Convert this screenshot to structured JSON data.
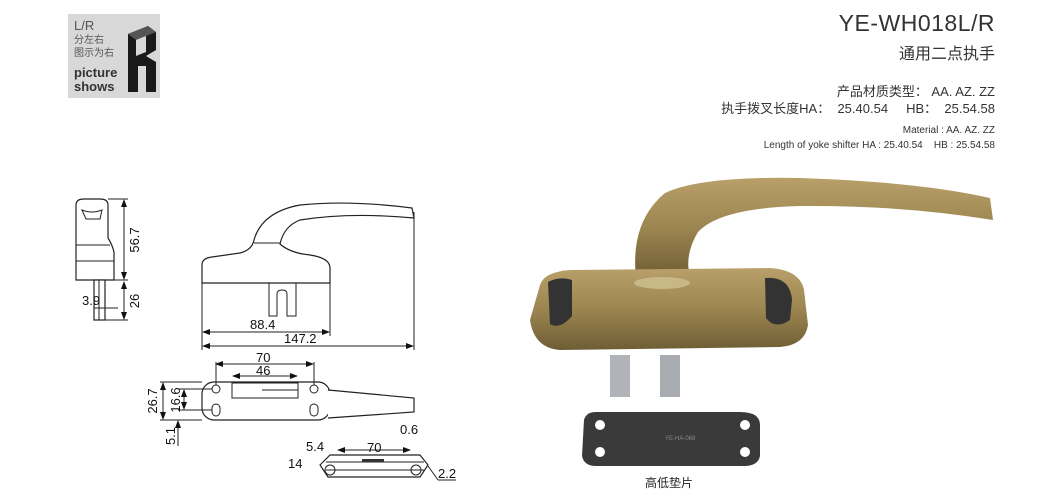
{
  "logo": {
    "line1": "L/R",
    "line2": "分左右",
    "line3": "图示为右",
    "line4": "picture",
    "line5": "shows"
  },
  "header": {
    "model": "YE-WH018L/R",
    "name_cn": "通用二点执手"
  },
  "specs_cn": {
    "material": "产品材质类型：  AA. AZ. ZZ",
    "yoke": "执手拨叉长度HA：  25.40.54     HB：  25.54.58"
  },
  "specs_en": {
    "material": "Material : AA. AZ. ZZ",
    "yoke": "Length of yoke shifter HA : 25.40.54    HB : 25.54.58"
  },
  "dimensions": {
    "side_height": "56.7",
    "side_shaft": "26",
    "side_width": "3.9",
    "front_base": "88.4",
    "front_total": "147.2",
    "top_holes": "70",
    "top_slot": "46",
    "top_height": "26.7",
    "top_hole_pitch": "16.6",
    "top_offset": "5.1",
    "pad_a": "5.4",
    "pad_holes": "70",
    "pad_b": "0.6",
    "pad_c": "14",
    "pad_d": "2.2"
  },
  "photo": {
    "pad_label": "高低垫片",
    "pad_marking": "YE-HA-068"
  },
  "colors": {
    "bronze": "#9c8550",
    "pad": "#3a3a3a",
    "logo_bg": "#d8d8d8"
  }
}
